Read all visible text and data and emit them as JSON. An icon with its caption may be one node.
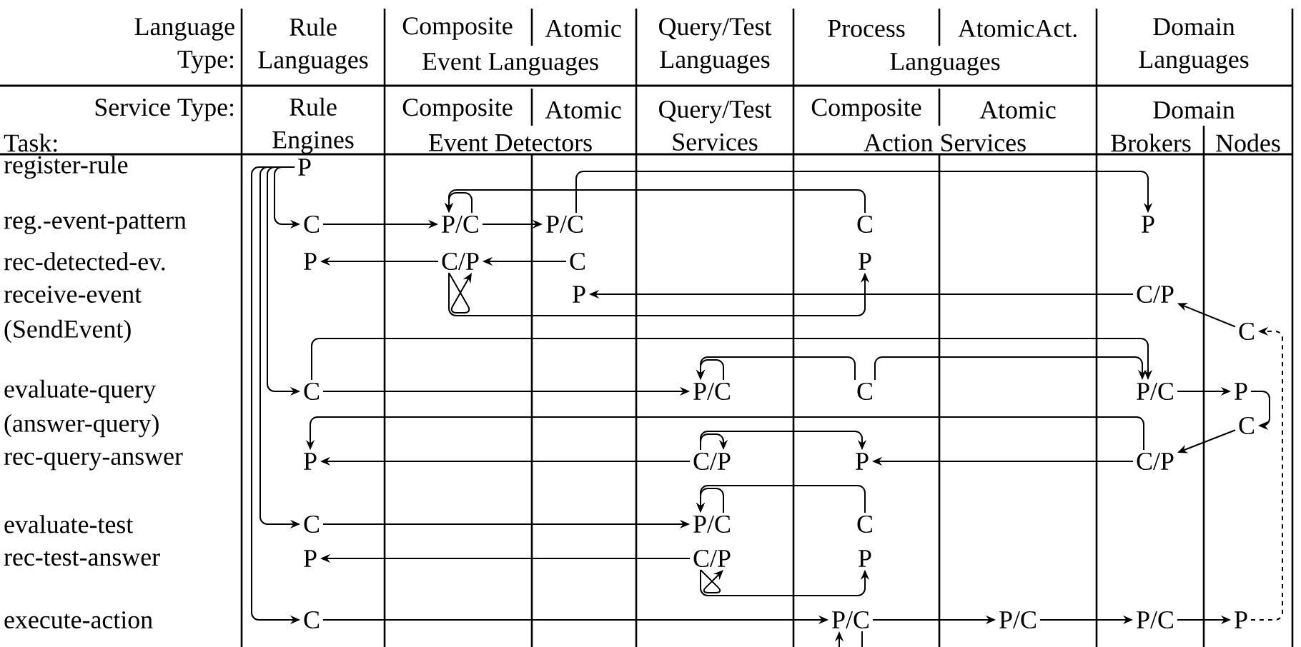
{
  "diagram": {
    "nodes": [
      {
        "text": [
          "P"
        ]
      },
      {
        "text": [
          "C"
        ]
      },
      {
        "text": [
          "P/C"
        ]
      },
      {
        "text": [
          "P/C"
        ]
      },
      {
        "text": [
          "C"
        ]
      },
      {
        "text": [
          "P"
        ]
      },
      {
        "text": [
          "P"
        ]
      },
      {
        "text": [
          "C/P"
        ]
      },
      {
        "text": [
          "C"
        ]
      },
      {
        "text": [
          "P"
        ]
      },
      {
        "text": [
          "P"
        ]
      },
      {
        "text": [
          "C/P"
        ]
      },
      {
        "text": [
          "C"
        ]
      },
      {
        "text": [
          "C"
        ]
      },
      {
        "text": [
          "P/C"
        ]
      },
      {
        "text": [
          "C"
        ]
      },
      {
        "text": [
          "P/C"
        ]
      },
      {
        "text": [
          "P"
        ]
      },
      {
        "text": [
          "C"
        ]
      },
      {
        "text": [
          "P"
        ]
      },
      {
        "text": [
          "C/P"
        ]
      },
      {
        "text": [
          "P"
        ]
      },
      {
        "text": [
          "C/P"
        ]
      },
      {
        "text": [
          "C"
        ]
      },
      {
        "text": [
          "P/C"
        ]
      },
      {
        "text": [
          "C"
        ]
      },
      {
        "text": [
          "P"
        ]
      },
      {
        "text": [
          "C/P"
        ]
      },
      {
        "text": [
          "P"
        ]
      },
      {
        "text": [
          "C"
        ]
      },
      {
        "text": [
          "P/C"
        ]
      },
      {
        "text": [
          "P/C"
        ]
      },
      {
        "text": [
          "P/C"
        ]
      },
      {
        "text": [
          "P"
        ]
      }
    ],
    "edges": [
      {
        "from": 0,
        "to": 1,
        "arrow": "to"
      },
      {
        "from": 0,
        "to": 13,
        "arrow": "to"
      },
      {
        "from": 0,
        "to": 23,
        "arrow": "to"
      },
      {
        "from": 0,
        "to": 29,
        "arrow": "to"
      },
      {
        "from": 1,
        "to": 2,
        "arrow": "to"
      },
      {
        "from": 2,
        "to": 3,
        "arrow": "to"
      },
      {
        "from": 3,
        "to": 5,
        "arrow": "to"
      },
      {
        "from": 4,
        "to": 2,
        "arrow": "to"
      },
      {
        "from": 2,
        "to": 2,
        "arrow": "to"
      },
      {
        "from": 7,
        "to": 6,
        "arrow": "to"
      },
      {
        "from": 8,
        "to": 7,
        "arrow": "to"
      },
      {
        "from": 7,
        "to": 9,
        "arrow": "to"
      },
      {
        "from": 7,
        "to": 7,
        "arrow": "to"
      },
      {
        "from": 11,
        "to": 10,
        "arrow": "to"
      },
      {
        "from": 12,
        "to": 11,
        "arrow": "to"
      },
      {
        "from": 33,
        "to": 12,
        "arrow": "to",
        "style": "dashed"
      },
      {
        "from": 13,
        "to": 14,
        "arrow": "to"
      },
      {
        "from": 13,
        "to": 16,
        "arrow": "to"
      },
      {
        "from": 15,
        "to": 16,
        "arrow": "to"
      },
      {
        "from": 15,
        "to": 14,
        "arrow": "to"
      },
      {
        "from": 14,
        "to": 14,
        "arrow": "to"
      },
      {
        "from": 16,
        "to": 17,
        "arrow": "to"
      },
      {
        "from": 17,
        "to": 18,
        "arrow": "to"
      },
      {
        "from": 18,
        "to": 22,
        "arrow": "to"
      },
      {
        "from": 22,
        "to": 19,
        "arrow": "to"
      },
      {
        "from": 22,
        "to": 21,
        "arrow": "to"
      },
      {
        "from": 20,
        "to": 19,
        "arrow": "to"
      },
      {
        "from": 20,
        "to": 21,
        "arrow": "to"
      },
      {
        "from": 20,
        "to": 20,
        "arrow": "to"
      },
      {
        "from": 23,
        "to": 24,
        "arrow": "to"
      },
      {
        "from": 25,
        "to": 24,
        "arrow": "to"
      },
      {
        "from": 24,
        "to": 24,
        "arrow": "to"
      },
      {
        "from": 27,
        "to": 26,
        "arrow": "to"
      },
      {
        "from": 27,
        "to": 28,
        "arrow": "to"
      },
      {
        "from": 27,
        "to": 27,
        "arrow": "to"
      },
      {
        "from": 29,
        "to": 30,
        "arrow": "to"
      },
      {
        "from": 30,
        "to": 31,
        "arrow": "to"
      },
      {
        "from": 31,
        "to": 32,
        "arrow": "to"
      },
      {
        "from": 32,
        "to": 33,
        "arrow": "to"
      },
      {
        "from": null,
        "to": 30,
        "arrow": "to"
      },
      {
        "from": 30,
        "to": null,
        "arrow": "none"
      }
    ],
    "labels": [
      "Language Type:",
      "Rule Languages",
      "Composite",
      "Atomic",
      "Event Languages",
      "Query/Test Languages",
      "Process",
      "AtomicAct.",
      "Languages",
      "Domain Languages",
      "Service Type:",
      "Task:",
      "Rule Engines",
      "Composite",
      "Atomic",
      "Event Detectors",
      "Query/Test Services",
      "Composite",
      "Atomic",
      "Action Services",
      "Domain",
      "Brokers",
      "Nodes",
      "register-rule",
      "reg.-event-pattern",
      "rec-detected-ev.",
      "receive-event",
      "(SendEvent)",
      "evaluate-query",
      "(answer-query)",
      "rec-query-answer",
      "evaluate-test",
      "rec-test-answer",
      "execute-action"
    ]
  }
}
